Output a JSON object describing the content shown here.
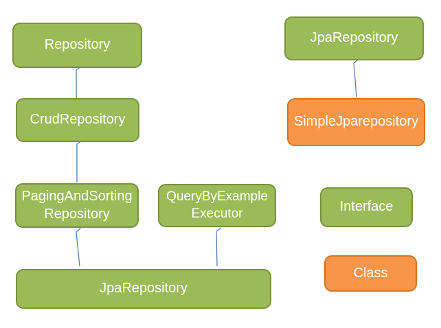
{
  "diagram": {
    "nodes": {
      "repository": {
        "label": "Repository",
        "type": "interface"
      },
      "crud_repository": {
        "label": "CrudRepository",
        "type": "interface"
      },
      "paging_and_sorting_repository": {
        "label_line1": "PagingAndSorting",
        "label_line2": "Repository",
        "type": "interface"
      },
      "query_by_example_executor": {
        "label_line1": "QueryByExample",
        "label_line2": "Executor",
        "type": "interface"
      },
      "jpa_repository": {
        "label": "JpaRepository",
        "type": "interface"
      },
      "jpa_repository_right": {
        "label": "JpaRepository",
        "type": "interface"
      },
      "simple_jpa_repository": {
        "label": "SimpleJparepository",
        "type": "class"
      }
    },
    "edges": [
      {
        "from": "CrudRepository",
        "to": "Repository"
      },
      {
        "from": "PagingAndSortingRepository",
        "to": "CrudRepository"
      },
      {
        "from": "JpaRepository",
        "to": "PagingAndSortingRepository"
      },
      {
        "from": "JpaRepository",
        "to": "QueryByExampleExecutor"
      },
      {
        "from": "SimpleJparepository",
        "to": "JpaRepository"
      }
    ],
    "legend": {
      "interface_label": "Interface",
      "class_label": "Class"
    },
    "colors": {
      "interface_fill": "#9BBB59",
      "interface_border": "#77933C",
      "class_fill": "#F79646",
      "class_border": "#D0752B",
      "arrow": "#4F81BD",
      "text": "#FFFFFF",
      "background": "#FFFFFF"
    }
  }
}
